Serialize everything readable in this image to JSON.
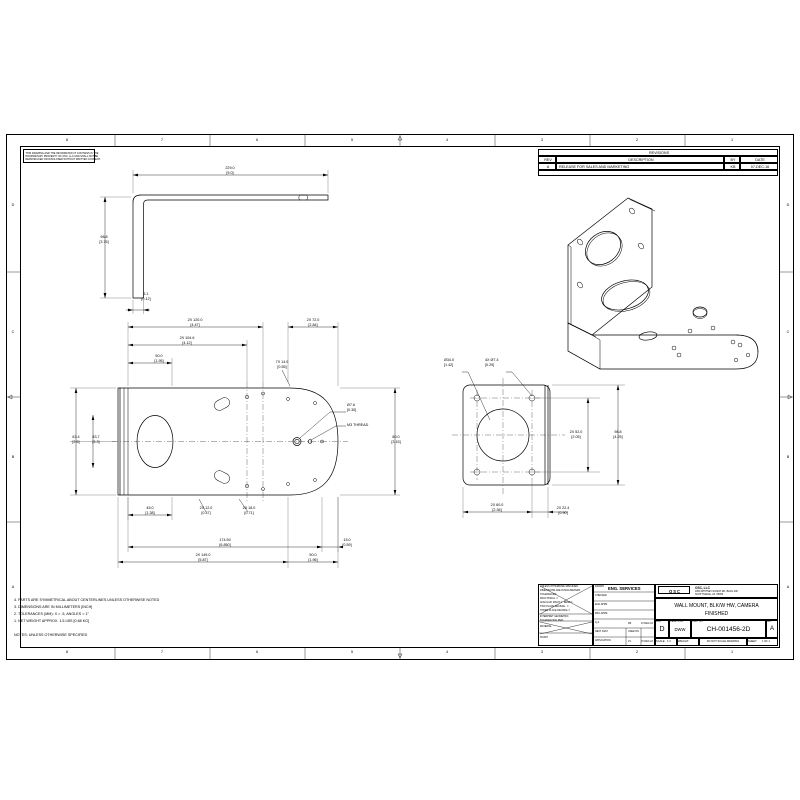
{
  "sheet": {
    "zones_top": [
      "8",
      "7",
      "6",
      "5",
      "4",
      "3",
      "2",
      "1"
    ],
    "zones_bottom": [
      "8",
      "7",
      "6",
      "5",
      "4",
      "3",
      "2",
      "1"
    ],
    "zones_left": [
      "D",
      "C",
      "B",
      "A"
    ],
    "zones_right": [
      "D",
      "C",
      "B",
      "A"
    ],
    "proprietary_note": "THIS DRAWING AND THE INFORMATION IT CONTAINS IS THE\nPROPRIETARY PROPERTY OF OSC, LLC AND SHALL NOT BE\nREPRODUCED OR DISCLOSED WITHOUT WRITTEN CONSENT."
  },
  "revisions": {
    "title": "REVISIONS",
    "headers": [
      "REV",
      "DESCRIPTION",
      "BY",
      "DATE"
    ],
    "rows": [
      {
        "rev": "A",
        "description": "RELEASE FOR SALES AND MARKETING",
        "by": "KB",
        "date": "07-DEC-16"
      }
    ]
  },
  "notes": {
    "lines": [
      "4. PARTS ARE SYMMETRICAL ABOUT CENTERLINES UNLESS OTHERWISE NOTED",
      "3. DIMENSIONS ARE IN MILLIMETERS [INCH]",
      "2. TOLERANCES (MM): X = .5, ANGLES = 1°",
      "1. NET WEIGHT APPROX. 1.5 LBS [0.68 KG]"
    ],
    "header": "NOTES: UNLESS OTHERWISE SPECIFIED"
  },
  "title_block": {
    "drawn_label": "DRAWN",
    "checked_label": "CHECKED",
    "eng_appr_label": "ENG APPR.",
    "mfg_appr_label": "MFG APPR.",
    "qa_label": "Q.A.",
    "comments_label": "COMMENTS:",
    "dept_name": "ENG. SERVICES",
    "company_name": "OSC, LLC",
    "company_addr": "1850 WHITNEY RANCH RD. BLDG 200\nSCOTTSDALE, AZ  85050",
    "logo_text": "OSC",
    "drawing_title_line1": "WALL MOUNT, BLK/W HW, CAMERA",
    "drawing_title_line2": "FINISHED",
    "size_label": "SIZE",
    "size_value": "D",
    "dwg_no_label": "DWG.  NO.",
    "dwg_no_value": "CH-001456-2D",
    "rev_label": "REV",
    "rev_value": "A",
    "cage_label": "CAGE CODE",
    "cage_value": "DWW",
    "scale_label": "SCALE:",
    "scale_value": "1:4",
    "weight_label": "WEIGHT:",
    "sheet_label": "SHEET",
    "sheet_value": "1 OF 1",
    "do_not_scale": "DO NOT SCALE DRAWING",
    "tol_block_line1": "UNLESS OTHERWISE SPECIFIED:",
    "tol_block_line2": "DIMENSIONS ARE IN MILLIMETERS",
    "tol_block_line3": "TOLERANCES:",
    "tol_block_line4": "FRACTIONAL  ±",
    "tol_block_line5": "ANGULAR: MACH ±   BEND ±",
    "tol_block_line6": "TWO PLACE DECIMAL   ±",
    "tol_block_line7": "THREE PLACE DECIMAL ±",
    "interp_line": "INTERPRET GEOMETRIC",
    "interp_line2": "TOLERANCING PER:",
    "material_label": "MATERIAL",
    "finish_label": "FINISH",
    "next_assy_label": "NEXT ASSY",
    "used_on_label": "USED ON",
    "application_label": "APPLICATION",
    "name_col": "NAME",
    "date_col": "DATE",
    "drawn_name": "KB",
    "drawn_date": "07-DEC-16",
    "checked_name": "JS",
    "checked_date": "07-DEC-16"
  },
  "views": {
    "side_view": {
      "name": "side-profile-view",
      "dims": [
        {
          "id": "overall-length",
          "value": "229.0",
          "alt": "[9.0]"
        },
        {
          "id": "overall-height",
          "value": "98.8",
          "alt": "[3.76]"
        },
        {
          "id": "thickness",
          "value": "3.1",
          "alt": "[0.12]"
        }
      ]
    },
    "plan_view": {
      "name": "plan-top-view",
      "dims": [
        {
          "id": "p1",
          "value": "2X 120.0",
          "alt": "[4.47]"
        },
        {
          "id": "p2",
          "value": "2X 104.6",
          "alt": "[4.12]"
        },
        {
          "id": "p3",
          "value": "50.0",
          "alt": "[1.95]"
        },
        {
          "id": "p4",
          "value": "2X 72.0",
          "alt": "[2.84]"
        },
        {
          "id": "p5",
          "value": "7X 14.0",
          "alt": "[0.55]"
        },
        {
          "id": "p6",
          "value": "63.4",
          "alt": "[2.5]"
        },
        {
          "id": "p7",
          "value": "83.7",
          "alt": "[3.3]"
        },
        {
          "id": "p8",
          "value": "80.0",
          "alt": "[3.15]"
        },
        {
          "id": "p9",
          "value": "Ø7.6",
          "alt": "[0.30]"
        },
        {
          "id": "p10",
          "value": "M3 THREAD",
          "alt": ""
        },
        {
          "id": "p11",
          "value": "45.0",
          "alt": "[1.38]"
        },
        {
          "id": "p12",
          "value": "2X 12.0",
          "alt": "[0.47]"
        },
        {
          "id": "p13",
          "value": "2X 18.0",
          "alt": "[0.71]"
        },
        {
          "id": "p14",
          "value": "2X 72.0",
          "alt": "[2.83]"
        },
        {
          "id": "p15",
          "value": "174.50",
          "alt": "[6.850]"
        },
        {
          "id": "p16",
          "value": "15.0",
          "alt": "[0.59]"
        },
        {
          "id": "p17",
          "value": "2X 149.0",
          "alt": "[5.87]"
        },
        {
          "id": "p18",
          "value": "50.0",
          "alt": "[1.96]"
        }
      ]
    },
    "front_view": {
      "name": "front-end-view",
      "dims": [
        {
          "id": "f1",
          "value": "Ø34.0",
          "alt": "[1.42]"
        },
        {
          "id": "f2",
          "value": "4X Ø7.4",
          "alt": "[0.29]"
        },
        {
          "id": "f3",
          "value": "2X 52.0",
          "alt": "[2.05]"
        },
        {
          "id": "f4",
          "value": "98.8",
          "alt": "[4.25]"
        },
        {
          "id": "f5",
          "value": "2X 60.0",
          "alt": "[2.36]"
        },
        {
          "id": "f6",
          "value": "2X 22.4",
          "alt": "[0.90]"
        }
      ]
    },
    "iso_view": {
      "name": "isometric-view"
    }
  }
}
